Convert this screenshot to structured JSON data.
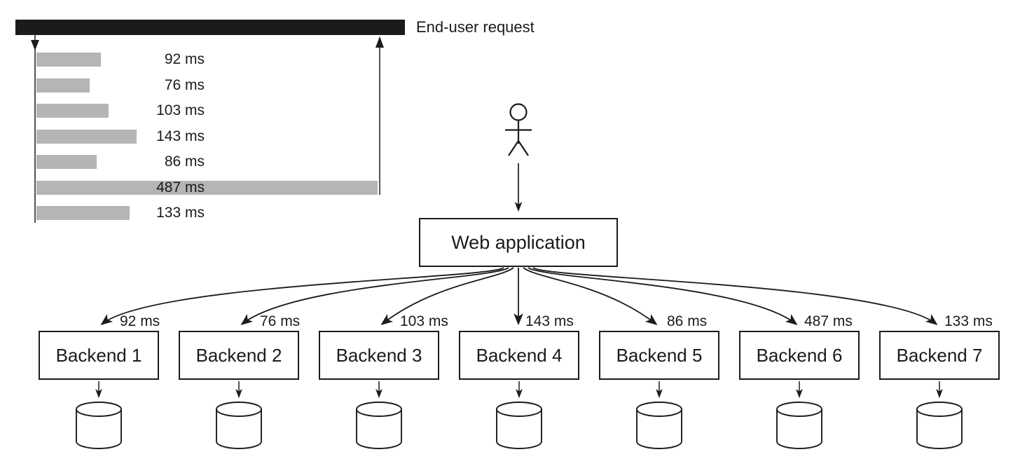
{
  "colors": {
    "ink": "#1b1b1b",
    "bar_gray": "#b5b5b5",
    "background": "#ffffff"
  },
  "timeline": {
    "label": "End-user request",
    "bars": [
      {
        "label": "92 ms",
        "value": 92
      },
      {
        "label": "76 ms",
        "value": 76
      },
      {
        "label": "103 ms",
        "value": 103
      },
      {
        "label": "143 ms",
        "value": 143
      },
      {
        "label": "86 ms",
        "value": 86
      },
      {
        "label": "487 ms",
        "value": 487
      },
      {
        "label": "133 ms",
        "value": 133
      }
    ]
  },
  "user": {
    "icon": "stick-figure-user"
  },
  "web_app": {
    "label": "Web application"
  },
  "backends": [
    {
      "label": "Backend 1",
      "latency": "92 ms",
      "latency_ms": 92
    },
    {
      "label": "Backend 2",
      "latency": "76 ms",
      "latency_ms": 76
    },
    {
      "label": "Backend 3",
      "latency": "103 ms",
      "latency_ms": 103
    },
    {
      "label": "Backend 4",
      "latency": "143 ms",
      "latency_ms": 143
    },
    {
      "label": "Backend 5",
      "latency": "86 ms",
      "latency_ms": 86
    },
    {
      "label": "Backend 6",
      "latency": "487 ms",
      "latency_ms": 487
    },
    {
      "label": "Backend 7",
      "latency": "133 ms",
      "latency_ms": 133
    }
  ],
  "chart_data": {
    "type": "bar",
    "orientation": "horizontal",
    "title": "End-user request",
    "categories": [
      "Backend 1",
      "Backend 2",
      "Backend 3",
      "Backend 4",
      "Backend 5",
      "Backend 6",
      "Backend 7"
    ],
    "values": [
      92,
      76,
      103,
      143,
      86,
      487,
      133
    ],
    "unit": "ms",
    "xlabel": "",
    "ylabel": "",
    "xlim": [
      0,
      490
    ],
    "grid": false,
    "legend_position": "none"
  }
}
